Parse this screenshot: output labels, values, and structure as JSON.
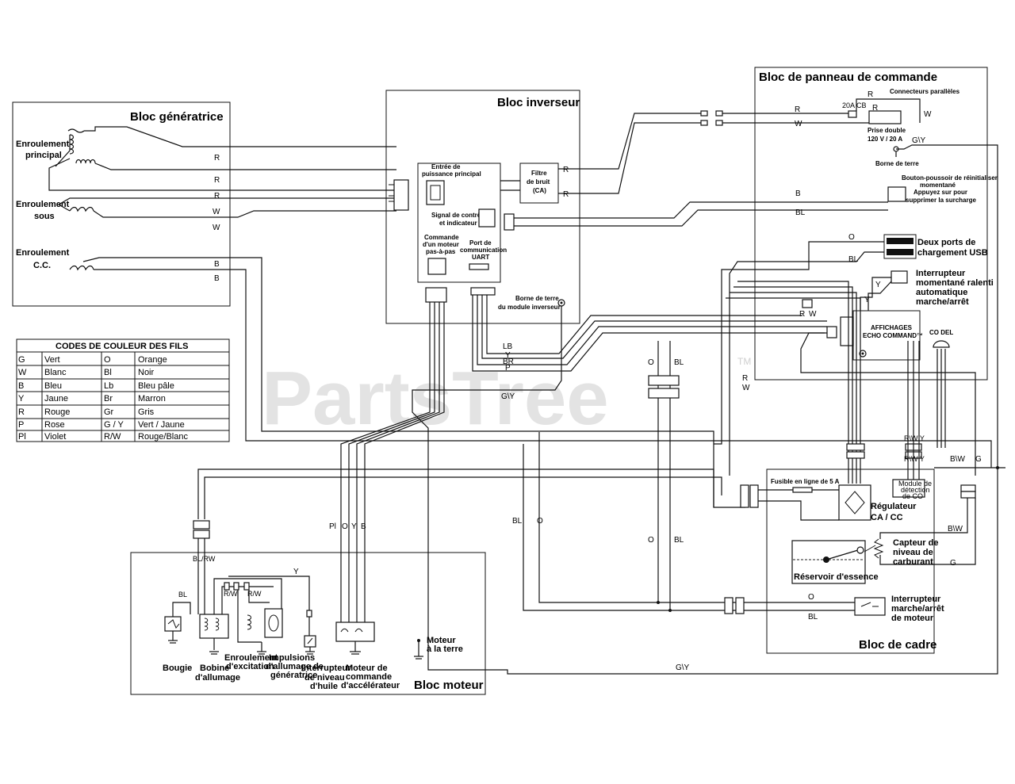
{
  "watermark": {
    "text": "PartsTree",
    "tm": "TM"
  },
  "blocks": {
    "generator": "Bloc génératrice",
    "inverter": "Bloc inverseur",
    "control_panel": "Bloc de panneau de commande",
    "frame": "Bloc de cadre",
    "engine": "Bloc moteur"
  },
  "generator_labels": {
    "main_winding_1": "Enroulement",
    "main_winding_2": "principal",
    "sub_winding_1": "Enroulement",
    "sub_winding_2": "sous",
    "dc_winding_1": "Enroulement",
    "dc_winding_2": "C.C."
  },
  "inverter_labels": {
    "main_power_input_1": "Entrée de",
    "main_power_input_2": "puissance principal",
    "control_signal_1": "Signal de contrôle",
    "control_signal_2": "et indicateur",
    "stepper_1": "Commande",
    "stepper_2": "d'un moteur",
    "stepper_3": "pas-à-pas",
    "uart_1": "Port de",
    "uart_2": "communication",
    "uart_3": "UART",
    "noise_filter_1": "Filtre",
    "noise_filter_2": "de bruit",
    "noise_filter_3": "(CA)",
    "ground_1": "Borne de terre",
    "ground_2": "du module inverseur"
  },
  "panel_labels": {
    "parallel_connectors": "Connecteurs parallèles",
    "breaker": "20A CB",
    "duplex_1": "Prise double",
    "duplex_2": "120 V / 20 A",
    "ground_terminal": "Borne de terre",
    "reset_1": "Bouton-poussoir de réinitialiser",
    "reset_2": "momentané",
    "reset_3": "Appuyez sur pour",
    "reset_4": "supprimer la surcharge",
    "usb_1": "Deux ports de",
    "usb_2": "chargement USB",
    "idle_1": "Interrupteur",
    "idle_2": "momentané ralenti",
    "idle_3": "automatique",
    "idle_4": "marche/arrêt",
    "display_1": "AFFICHAGES",
    "display_2": "ECHO COMMAND™",
    "co_led": "CO DEL"
  },
  "frame_labels": {
    "fuse": "Fusible en ligne de 5 A",
    "co_module_1": "Module de",
    "co_module_2": "détection",
    "co_module_3": "de CO",
    "regulator_1": "Régulateur",
    "regulator_2": "CA / CC",
    "fuel_sensor_1": "Capteur de",
    "fuel_sensor_2": "niveau de",
    "fuel_sensor_3": "carburant",
    "fuel_tank": "Réservoir d'essence",
    "engine_switch_1": "Interrupteur",
    "engine_switch_2": "marche/arrêt",
    "engine_switch_3": "de moteur"
  },
  "engine_labels": {
    "spark_plug": "Bougie",
    "ignition_coil_1": "Bobine",
    "ignition_coil_2": "d'allumage",
    "excitation_1": "Enroulement",
    "excitation_2": "d'excitation",
    "pulser_1": "Impulsions",
    "pulser_2": "d'allumage de",
    "pulser_3": "génératrice",
    "oil_switch_1": "Interrupteur",
    "oil_switch_2": "de niveau",
    "oil_switch_3": "d'huile",
    "throttle_1": "Moteur de",
    "throttle_2": "commande",
    "throttle_3": "d'accélérateur",
    "ground_1": "Moteur",
    "ground_2": "à la terre"
  },
  "wire_labels": {
    "R": "R",
    "W": "W",
    "B": "B",
    "BL": "BL",
    "O": "O",
    "Y": "Y",
    "LB": "LB",
    "BR": "BR",
    "P": "P",
    "PL": "Pl",
    "GY": "G\\Y",
    "BW": "B\\W",
    "G": "G",
    "RW": "R\\W",
    "RW_Y": "R\\W Y",
    "BL_RW": "BL/RW",
    "RW_small": "R/W",
    "BL_small": "BL"
  },
  "color_codes": {
    "title": "CODES DE COULEUR DES FILS",
    "rows": [
      [
        "G",
        "Vert",
        "O",
        "Orange"
      ],
      [
        "W",
        "Blanc",
        "Bl",
        "Noir"
      ],
      [
        "B",
        "Bleu",
        "Lb",
        "Bleu pâle"
      ],
      [
        "Y",
        "Jaune",
        "Br",
        "Marron"
      ],
      [
        "R",
        "Rouge",
        "Gr",
        "Gris"
      ],
      [
        "P",
        "Rose",
        "G / Y",
        "Vert / Jaune"
      ],
      [
        "Pl",
        "Violet",
        "R/W",
        "Rouge/Blanc"
      ]
    ]
  }
}
